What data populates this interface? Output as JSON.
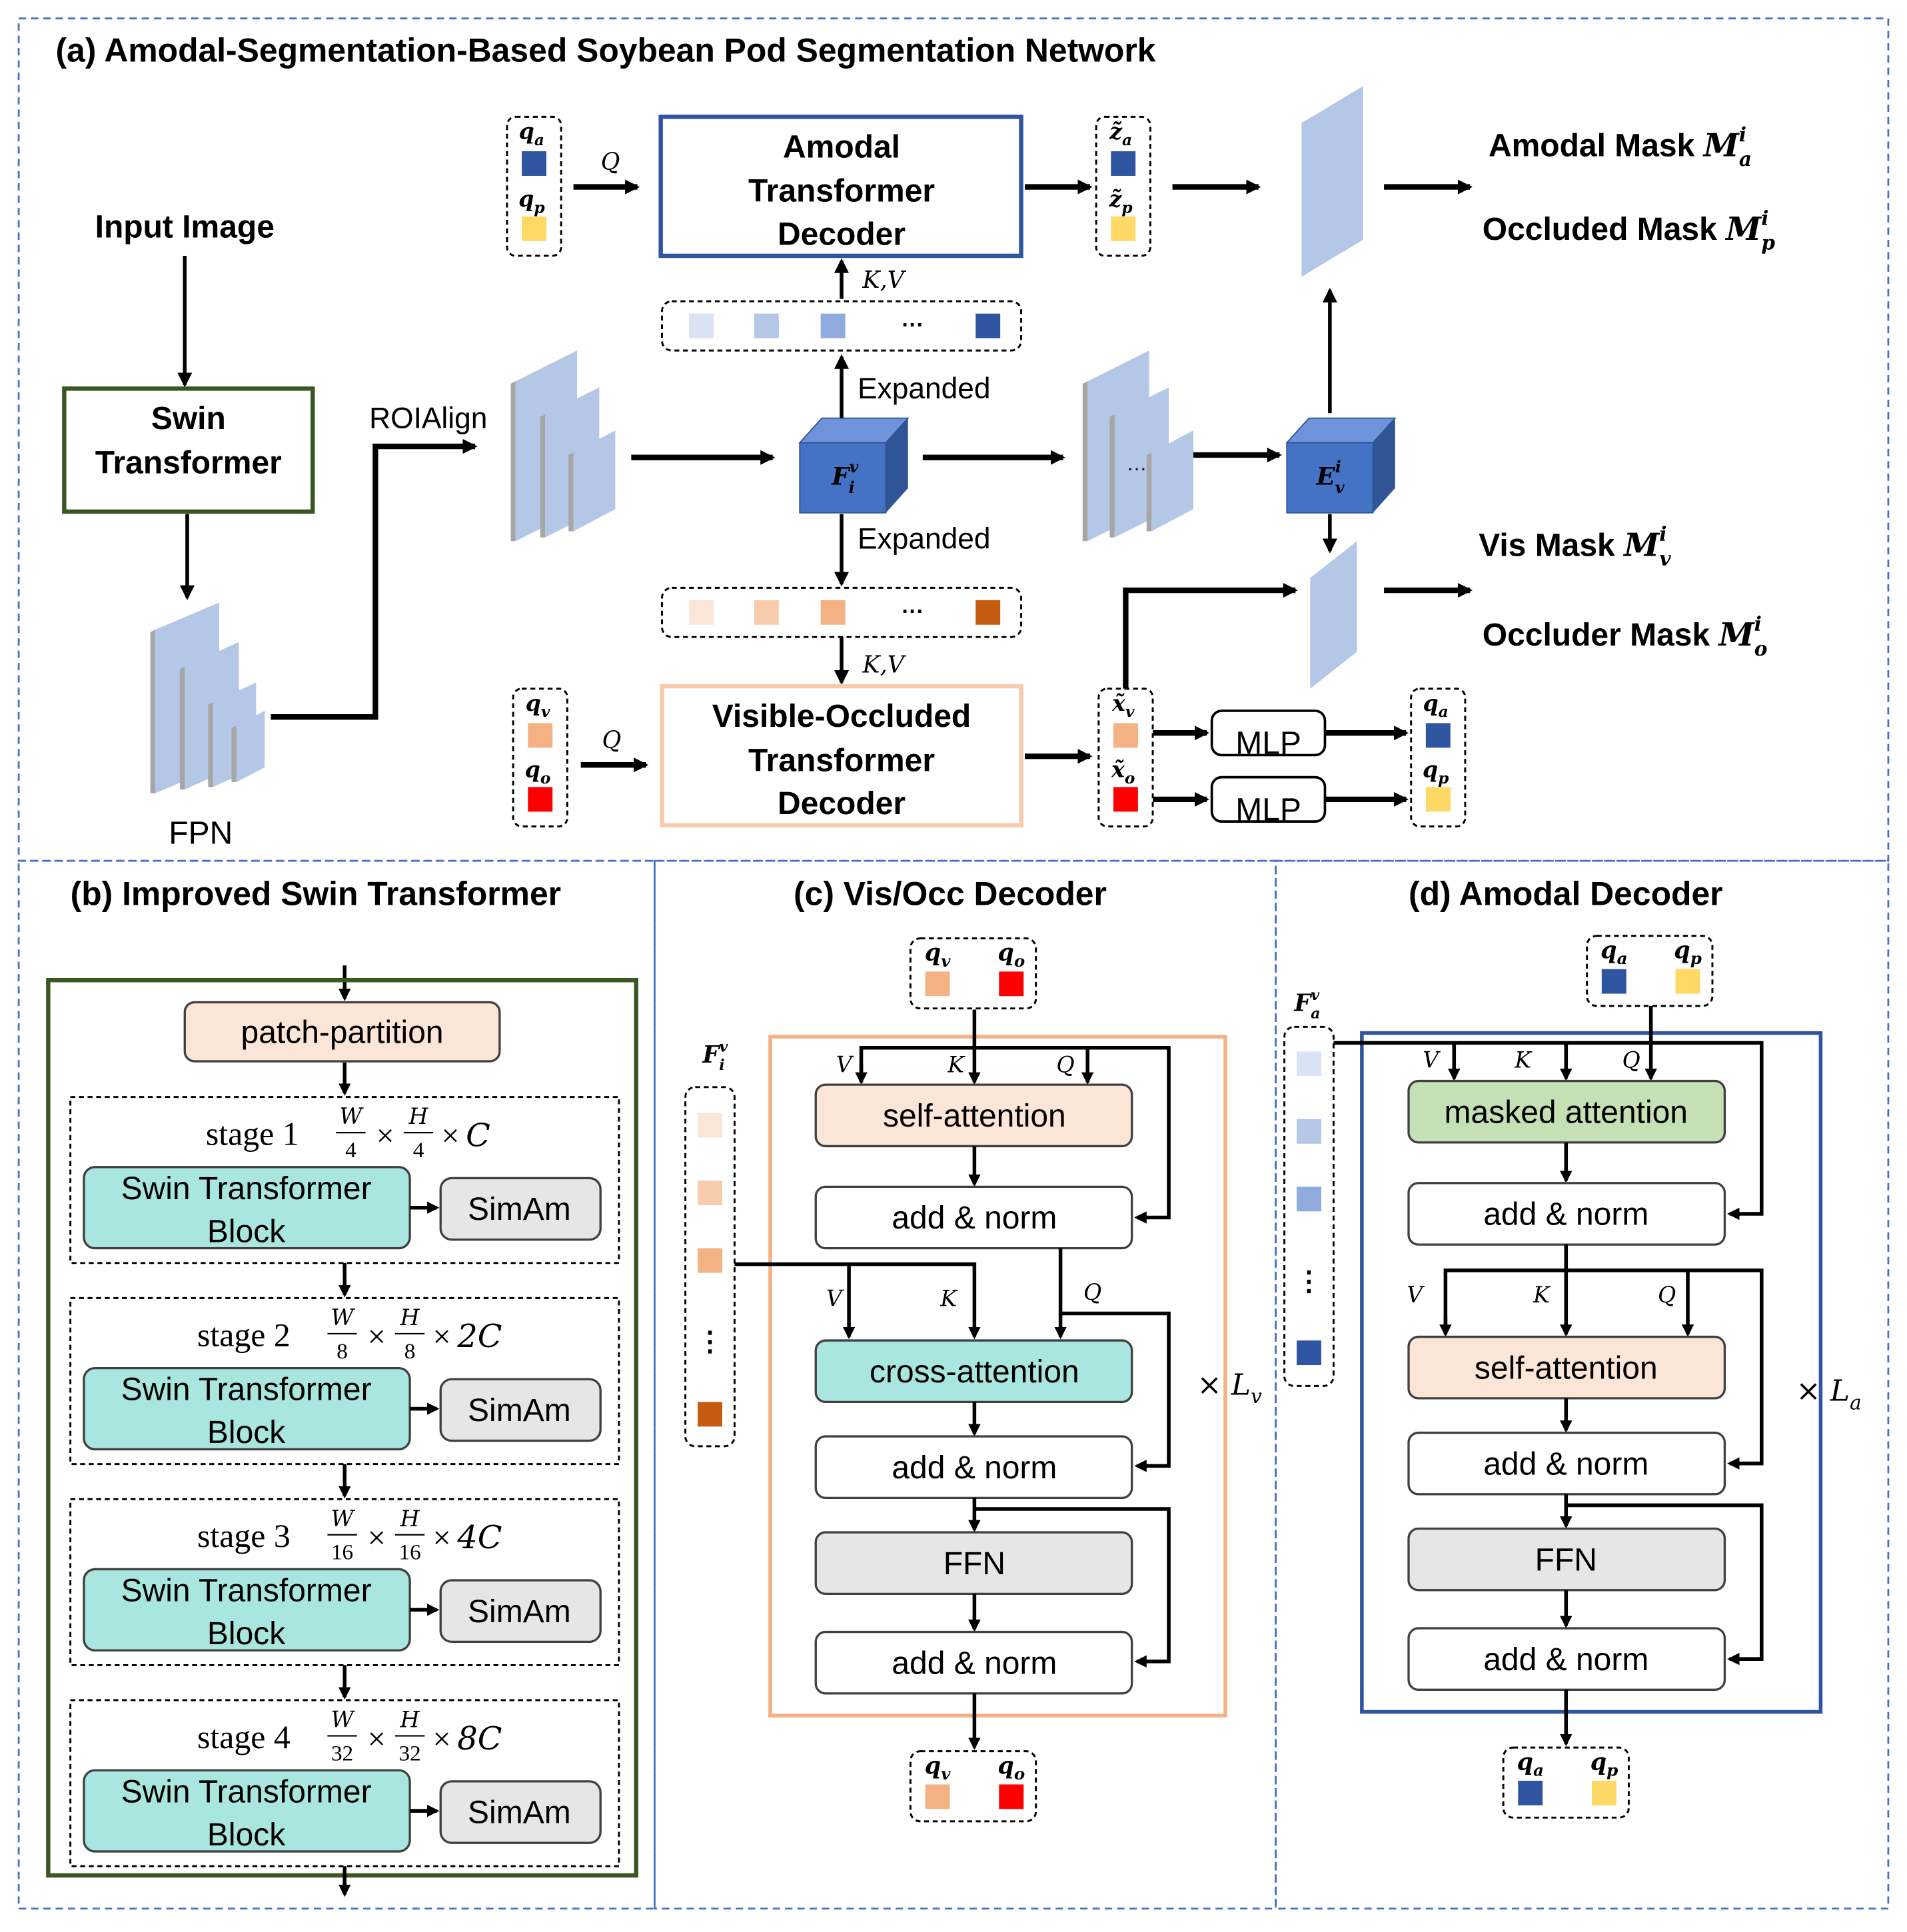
{
  "colors": {
    "panel_border": "#4472c4",
    "swin_green": "#385723",
    "amodal_blue": "#2f55a0",
    "visocc_orange": "#f8cbad",
    "mask_fill": "#b4c7e7",
    "cube_blue": "#4472c4",
    "q_a": "#2f55a0",
    "q_p": "#ffd966",
    "q_v": "#f4b183",
    "q_o": "#ff0000",
    "blue_tokens": [
      "#dae3f3",
      "#b4c7e7",
      "#8faadc",
      "#2f55a0"
    ],
    "orange_tokens": [
      "#fbe5d6",
      "#f8cbad",
      "#f4b183",
      "#c55a11"
    ],
    "self_attention": "#fbe5d6",
    "cross_attention": "#a8e6df",
    "masked_attention": "#c5e0b4",
    "ffn": "#e7e6e6",
    "swin_block": "#a8e6df",
    "simam": "#e7e6e6"
  },
  "panel_a": {
    "title": "(a)  Amodal-Segmentation-Based Soybean Pod Segmentation Network",
    "input_image": "Input Image",
    "swin": [
      "Swin",
      "Transformer"
    ],
    "fpn": "FPN",
    "roialign": "ROIAlign",
    "amodal_decoder": [
      "Amodal",
      "Transformer",
      "Decoder"
    ],
    "visocc_decoder": [
      "Visible-Occluded",
      "Transformer",
      "Decoder"
    ],
    "expanded_up": "Expanded",
    "expanded_down": "Expanded",
    "kv": "K,V",
    "q": "Q",
    "ellipsis": "···",
    "stack_ellipsis": "···",
    "mlp": "MLP",
    "F": {
      "base": "F",
      "sup": "v",
      "sub": "i"
    },
    "E": {
      "base": "E",
      "sup": "i",
      "sub": "v"
    },
    "outputs": {
      "amodal": {
        "text": "Amodal Mask ",
        "base": "M",
        "sup": "i",
        "sub": "a"
      },
      "occluded": {
        "text": "Occluded Mask ",
        "base": "M",
        "sup": "i",
        "sub": "p"
      },
      "vis": {
        "text": "Vis Mask ",
        "base": "M",
        "sup": "i",
        "sub": "v"
      },
      "occluder": {
        "text": "Occluder Mask ",
        "base": "M",
        "sup": "i",
        "sub": "o"
      }
    }
  },
  "queries": {
    "q_a": {
      "base": "q",
      "sub": "a"
    },
    "q_p": {
      "base": "q",
      "sub": "p"
    },
    "q_v": {
      "base": "q",
      "sub": "v"
    },
    "q_o": {
      "base": "q",
      "sub": "o"
    },
    "z_a": {
      "base": "z̃",
      "sub": "a"
    },
    "z_p": {
      "base": "z̃",
      "sub": "p"
    },
    "x_v": {
      "base": "x̃",
      "sub": "v"
    },
    "x_o": {
      "base": "x̃",
      "sub": "o"
    }
  },
  "panel_b": {
    "title": "(b)  Improved Swin Transformer",
    "patch_partition": "patch-partition",
    "times": "×",
    "stages": [
      {
        "label": "stage 1",
        "w_den": "4",
        "h_den": "4",
        "c": "C"
      },
      {
        "label": "stage 2",
        "w_den": "8",
        "h_den": "8",
        "c": "2C"
      },
      {
        "label": "stage 3",
        "w_den": "16",
        "h_den": "16",
        "c": "4C"
      },
      {
        "label": "stage 4",
        "w_den": "32",
        "h_den": "32",
        "c": "8C"
      }
    ],
    "w": "W",
    "h": "H",
    "block": [
      "Swin Transformer",
      "Block"
    ],
    "simam": "SimAm"
  },
  "panel_c": {
    "title": "(c)  Vis/Occ Decoder",
    "feature": {
      "base": "F",
      "sup": "v",
      "sub": "i"
    },
    "vertical_ellipsis": "⋮",
    "self_attention": "self-attention",
    "cross_attention": "cross-attention",
    "add_norm": "add & norm",
    "ffn": "FFN",
    "v": "V",
    "k": "K",
    "q": "Q",
    "repeat": {
      "text": "× ",
      "base": "L",
      "sub": "v"
    }
  },
  "panel_d": {
    "title": "(d)  Amodal Decoder",
    "feature": {
      "base": "F",
      "sup": "v",
      "sub": "a"
    },
    "vertical_ellipsis": "⋮",
    "masked_attention": "masked attention",
    "self_attention": "self-attention",
    "add_norm": "add & norm",
    "ffn": "FFN",
    "v": "V",
    "k": "K",
    "q": "Q",
    "repeat": {
      "text": "× ",
      "base": "L",
      "sub": "a"
    }
  }
}
